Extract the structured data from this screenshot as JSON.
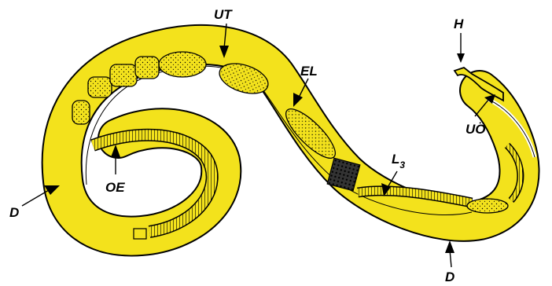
{
  "labels": {
    "ut": "UT",
    "h": "H",
    "el": "EL",
    "uo": "UÖ",
    "l3_main": "L",
    "l3_sub": "3",
    "oe": "OE",
    "d_left": "D",
    "d_bottom": "D"
  },
  "colors": {
    "body_fill": "#f3e21c",
    "body_dark": "#e0ca10",
    "outline": "#000000",
    "egg_fill": "#f6e74a"
  }
}
